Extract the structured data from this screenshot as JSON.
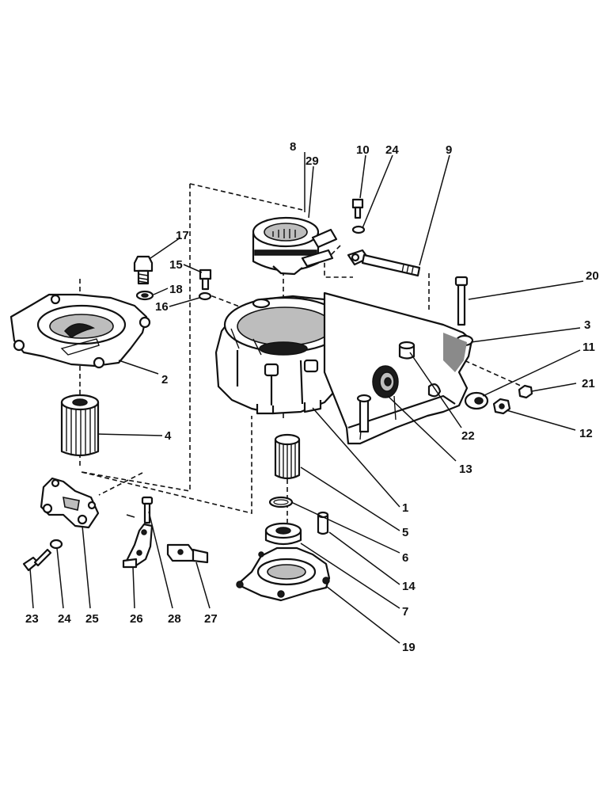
{
  "diagram": {
    "callouts": {
      "c1": "1",
      "c2": "2",
      "c3": "3",
      "c4": "4",
      "c5": "5",
      "c6": "6",
      "c7": "7",
      "c8": "8",
      "c9": "9",
      "c10": "10",
      "c11": "11",
      "c12": "12",
      "c13": "13",
      "c14": "14",
      "c15": "15",
      "c16": "16",
      "c17": "17",
      "c18": "18",
      "c19": "19",
      "c20": "20",
      "c21": "21",
      "c22": "22",
      "c23": "23",
      "c24a": "24",
      "c24b": "24",
      "c25": "25",
      "c26": "26",
      "c27": "27",
      "c28": "28",
      "c29": "29"
    }
  }
}
